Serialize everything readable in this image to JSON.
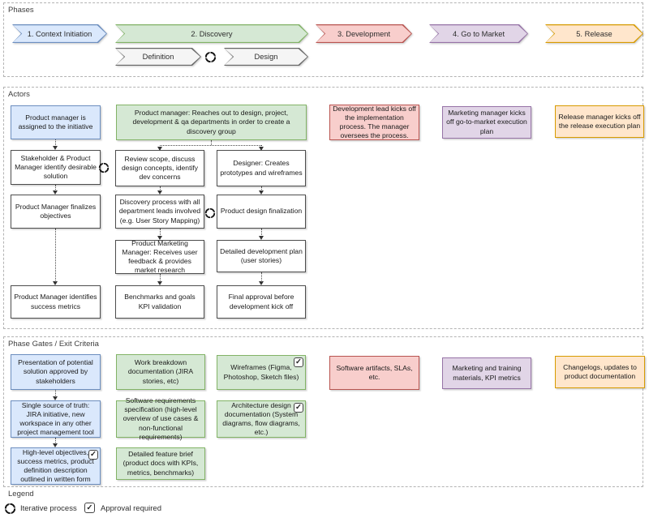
{
  "sections": {
    "phases": "Phases",
    "actors": "Actors",
    "gates": "Phase Gates / Exit Criteria",
    "legend": "Legend"
  },
  "phases": [
    {
      "label": "1. Context Initiation",
      "color": "blue"
    },
    {
      "label": "2. Discovery",
      "color": "green"
    },
    {
      "label": "3. Development",
      "color": "red"
    },
    {
      "label": "4. Go to Market",
      "color": "purple"
    },
    {
      "label": "5. Release",
      "color": "orange"
    }
  ],
  "subphases": [
    {
      "label": "Definition"
    },
    {
      "label": "Design"
    }
  ],
  "actors": {
    "context_header": "Product manager is assigned to the initiative",
    "discovery_header": "Product manager: Reaches out to design, project, development & qa departments in order to create a discovery group",
    "development_header": "Development lead kicks off the implementation process. The manager oversees the process.",
    "gtm_header": "Marketing manager kicks off go-to-market execution plan",
    "release_header": "Release manager kicks off the release execution plan",
    "col1": [
      "Stakeholder & Product Manager identify desirable solution",
      "Product Manager finalizes objectives",
      "Product Manager identifies success metrics"
    ],
    "col2a": [
      "Review scope, discuss design concepts, identify dev concerns",
      "Discovery process with all department leads involved (e.g. User Story Mapping)",
      "Product Marketing Manager: Receives user feedback & provides market research",
      "Benchmarks and goals KPI validation"
    ],
    "col2b": [
      "Designer: Creates prototypes and wireframes",
      "Product design finalization",
      "Detailed development plan (user stories)",
      "Final approval before development kick off"
    ]
  },
  "gates": {
    "col1": [
      "Presentation of potential solution approved by stakeholders",
      "Single source of truth: JIRA initiative, new workspace in any other project management tool",
      "High-level objectives, success metrics, product definition description outlined in written form"
    ],
    "col2": [
      "Work breakdown documentation (JIRA stories, etc)",
      "Software requirements specification (high-level overview of use cases & non-functional requirements)",
      "Detailed feature brief (product docs with KPIs, metrics, benchmarks)"
    ],
    "col3": [
      "Wireframes (Figma, Photoshop, Sketch files)",
      "Architecture design documentation (System diagrams, flow diagrams, etc.)"
    ],
    "development": "Software artifacts, SLAs, etc.",
    "gtm": "Marketing and training materials, KPI metrics",
    "release": "Changelogs, updates to product documentation"
  },
  "legend": {
    "iterative": "Iterative process",
    "approval": "Approval required"
  },
  "icons": {
    "check": "✓",
    "iterative": "circular-arrows"
  },
  "colors": {
    "blue_fill": "#dae8fc",
    "blue_stroke": "#6c8ebf",
    "green_fill": "#d5e8d4",
    "green_stroke": "#82b366",
    "red_fill": "#f8cecc",
    "red_stroke": "#b85450",
    "purple_fill": "#e1d5e7",
    "purple_stroke": "#9673a6",
    "orange_fill": "#ffe6cc",
    "orange_stroke": "#d79b00",
    "grey_fill": "#f5f5f5",
    "grey_stroke": "#666666"
  }
}
